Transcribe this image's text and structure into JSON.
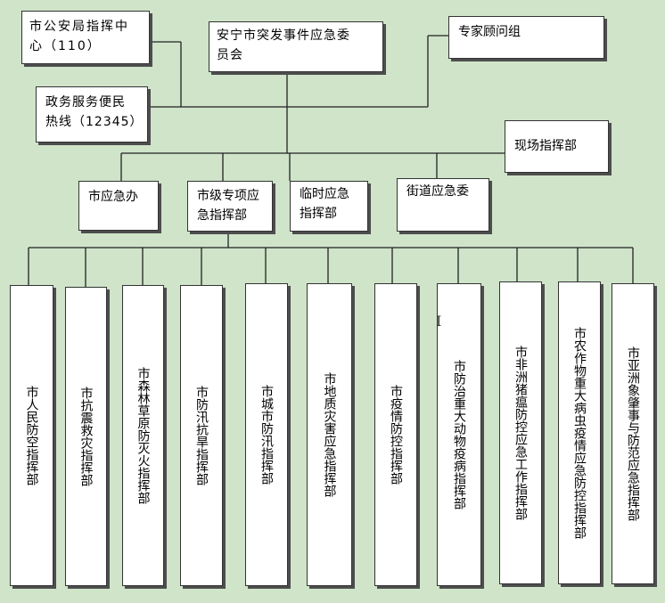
{
  "top": {
    "police": {
      "line1": "市公安局指挥中",
      "line2": "心（110）"
    },
    "committee": {
      "line1": "安宁市突发事件应急委",
      "line2": "员会"
    },
    "experts": "专家顾问组",
    "hotline": {
      "line1": "政务服务便民",
      "line2": "热线（12345）"
    },
    "site": "现场指挥部"
  },
  "middle": {
    "emergency_office": "市应急办",
    "special": {
      "line1": "市级专项应",
      "line2": "急指挥部"
    },
    "temporary": {
      "line1": "临时应急",
      "line2": "指挥部"
    },
    "street": "街道应急委"
  },
  "departments": [
    "市人民防空指挥部",
    "市抗震救灾指挥部",
    "市森林草原防灭火指挥部",
    "市防汛抗旱指挥部",
    "市城市防汛指挥部",
    "市地质灾害应急指挥部",
    "市疫情防控指挥部",
    "市防治重大动物疫病指挥部",
    "市非洲猪瘟防控应急工作指挥部",
    "市农作物重大病虫疫情应急防控指挥部",
    "市亚洲象肇事与防范应急指挥部"
  ],
  "cursor": "I"
}
